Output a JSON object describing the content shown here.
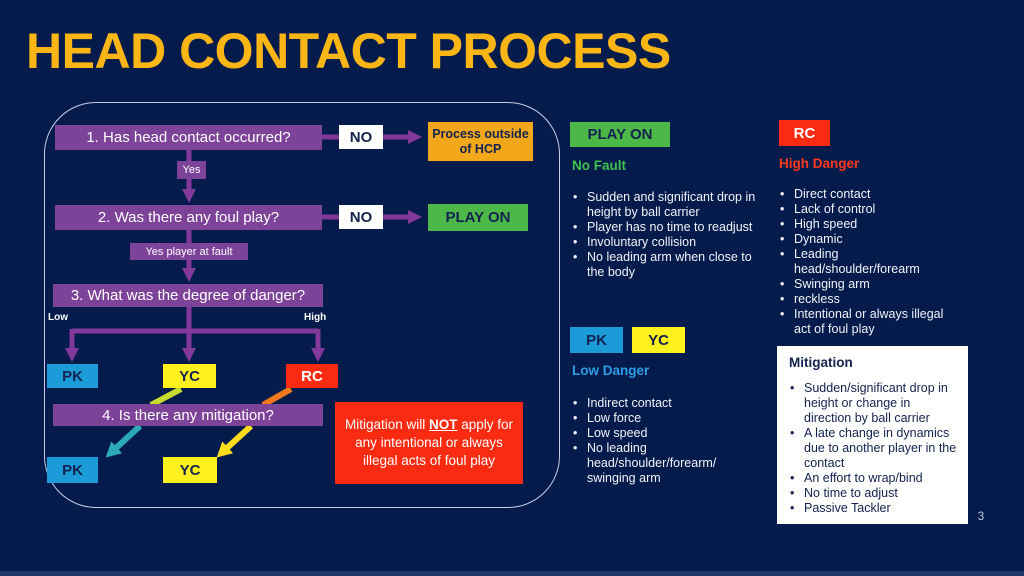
{
  "slide": {
    "title": "HEAD CONTACT PROCESS",
    "page_number": "3"
  },
  "colors": {
    "background": "#041B4C",
    "title_yellow": "#FBB515",
    "box_purple": "#7C4399",
    "arrow_purple": "#82399B",
    "process_orange": "#F3A81C",
    "play_on_green": "#4CB848",
    "pk_blue": "#1B9BD8",
    "yc_yellow": "#FFF11E",
    "rc_red": "#FB2B12",
    "mitigation_arrow_teal": "#2BA9BA",
    "mitigation_arrow_yellow": "#FFDD1E",
    "diagonal_yellow_green": "#C6DA2F",
    "diagonal_orange": "#F2791B"
  },
  "flowchart": {
    "step1": {
      "question": "1. Has head contact occurred?",
      "no_label": "NO",
      "no_result": "Process outside of HCP",
      "yes_label": "Yes"
    },
    "step2": {
      "question": "2. Was there any foul play?",
      "no_label": "NO",
      "no_result": "PLAY ON",
      "yes_label": "Yes player at fault"
    },
    "step3": {
      "question": "3. What was the degree of danger?",
      "low_label": "Low",
      "high_label": "High",
      "outcomes": [
        "PK",
        "YC",
        "RC"
      ]
    },
    "step4": {
      "question": "4. Is there any mitigation?",
      "outcomes": [
        "PK",
        "YC"
      ]
    },
    "warning": {
      "pre": "Mitigation will ",
      "emphasis": "NOT",
      "post": " apply for any intentional or always illegal acts of foul play"
    }
  },
  "no_fault_panel": {
    "badge": "PLAY ON",
    "heading": "No Fault",
    "items": [
      "Sudden and significant drop in height by ball carrier",
      "Player has no time to readjust",
      "Involuntary collision",
      "No leading arm when close to the body"
    ]
  },
  "low_danger_panel": {
    "badges": [
      "PK",
      "YC"
    ],
    "heading": "Low Danger",
    "items": [
      "Indirect contact",
      "Low force",
      "Low speed",
      "No leading head/shoulder/forearm/ swinging arm"
    ]
  },
  "high_danger_panel": {
    "badge": "RC",
    "heading": "High Danger",
    "items": [
      "Direct contact",
      "Lack of control",
      "High speed",
      "Dynamic",
      "Leading head/shoulder/forearm",
      "Swinging arm",
      "reckless",
      "Intentional or always illegal act of foul play"
    ]
  },
  "mitigation_panel": {
    "heading": "Mitigation",
    "items": [
      "Sudden/significant drop in height or change in direction by ball carrier",
      "A late change in dynamics due to another player in the contact",
      "An effort to wrap/bind",
      "No time to adjust",
      "Passive Tackler"
    ]
  }
}
